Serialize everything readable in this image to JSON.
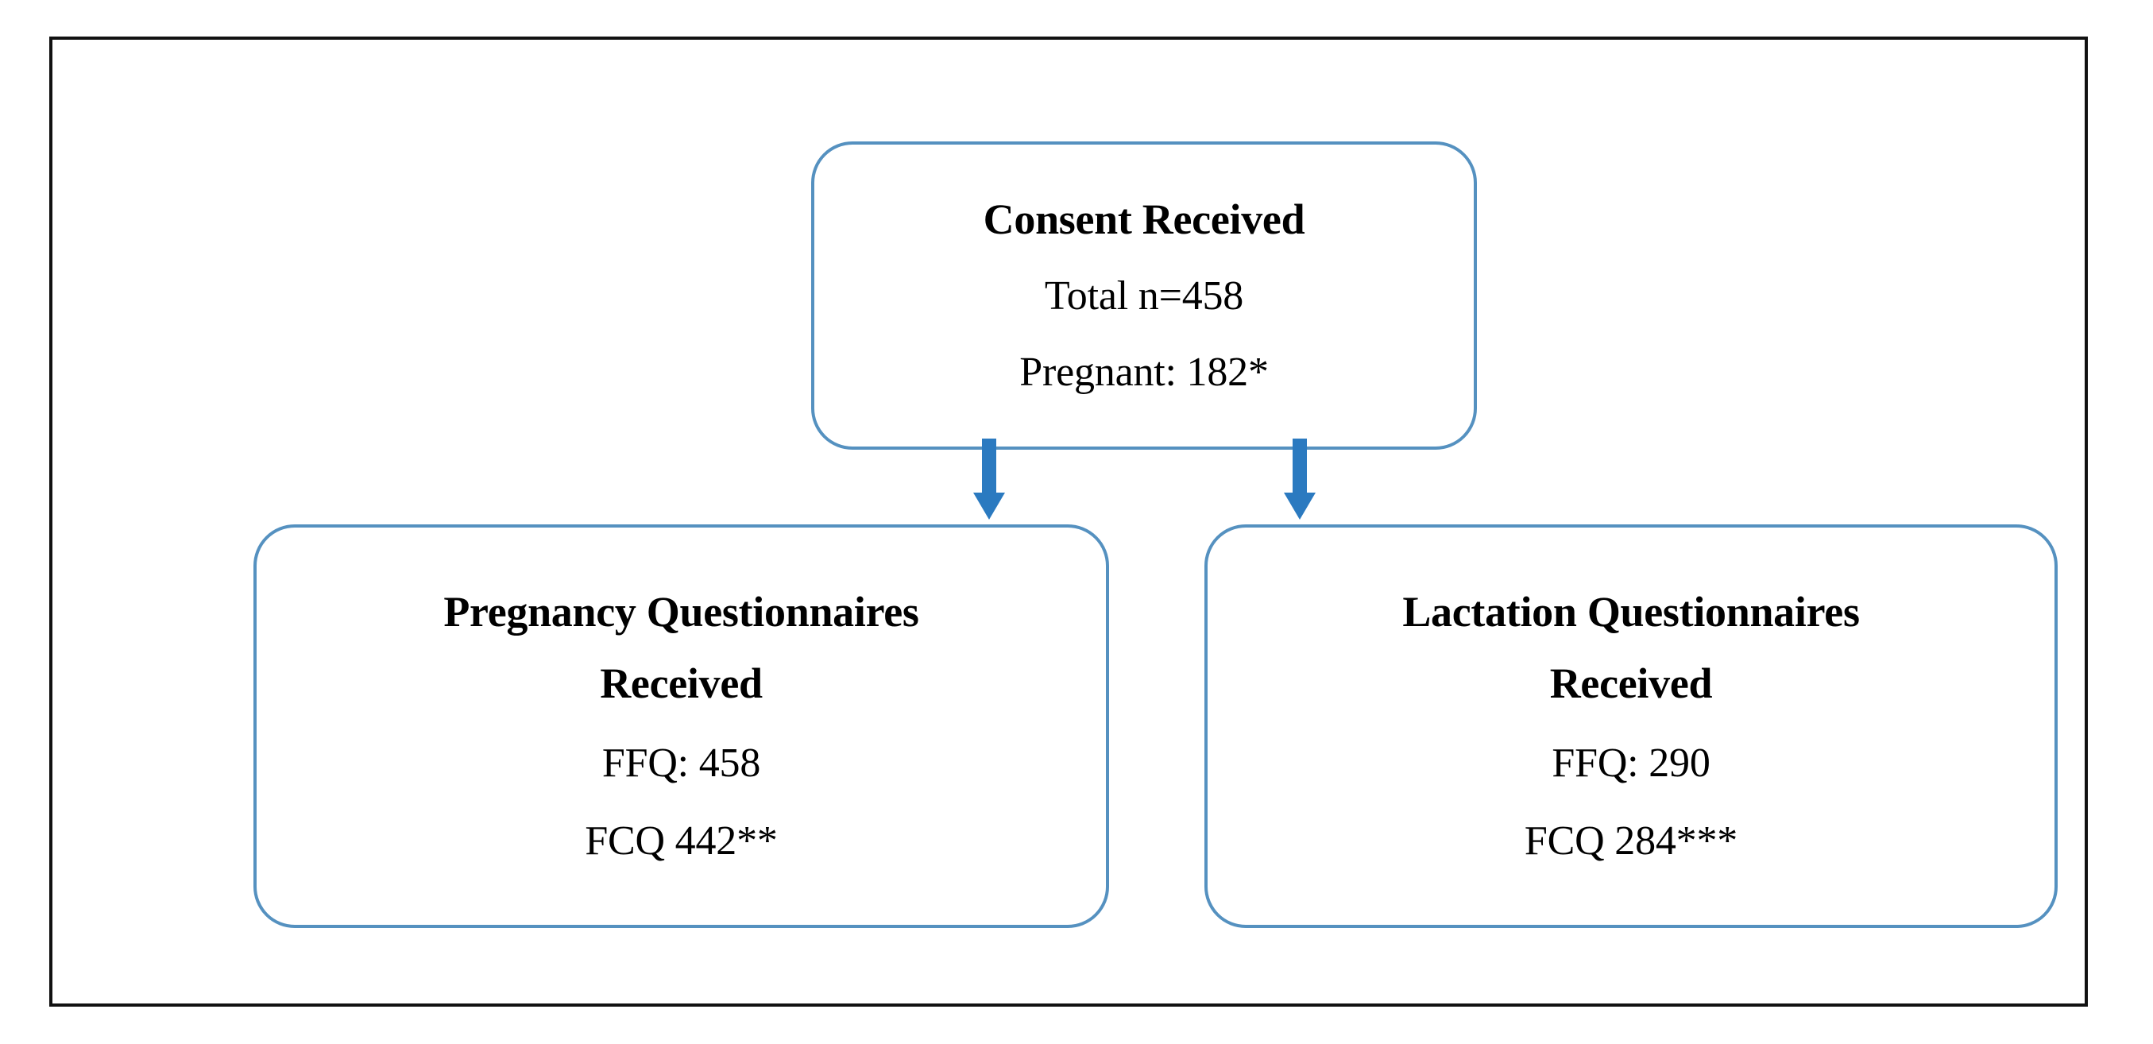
{
  "figure": {
    "type": "flowchart",
    "title": "Study participant questionnaire flow",
    "colors": {
      "node_border": "#5591c0",
      "arrow": "#2b7ac0",
      "frame_border": "#111111",
      "text": "#000000",
      "background": "#ffffff"
    }
  },
  "nodes": {
    "consent": {
      "id": "consent-received",
      "heading": "Consent Received",
      "lines": [
        "Total n=458",
        "Pregnant: 182*"
      ]
    },
    "pregnancy": {
      "id": "pregnancy-questionnaires-received",
      "heading_line1": "Pregnancy Questionnaires",
      "heading_line2": "Received",
      "lines": [
        "FFQ: 458",
        "FCQ 442**"
      ]
    },
    "lactation": {
      "id": "lactation-questionnaires-received",
      "heading_line1": "Lactation Questionnaires",
      "heading_line2": "Received",
      "lines": [
        "FFQ: 290",
        "FCQ 284***"
      ]
    }
  },
  "arrows": [
    {
      "name": "arrow-consent-to-pregnancy",
      "from": "consent",
      "to": "pregnancy",
      "direction": "down"
    },
    {
      "name": "arrow-consent-to-lactation",
      "from": "consent",
      "to": "lactation",
      "direction": "down"
    }
  ]
}
